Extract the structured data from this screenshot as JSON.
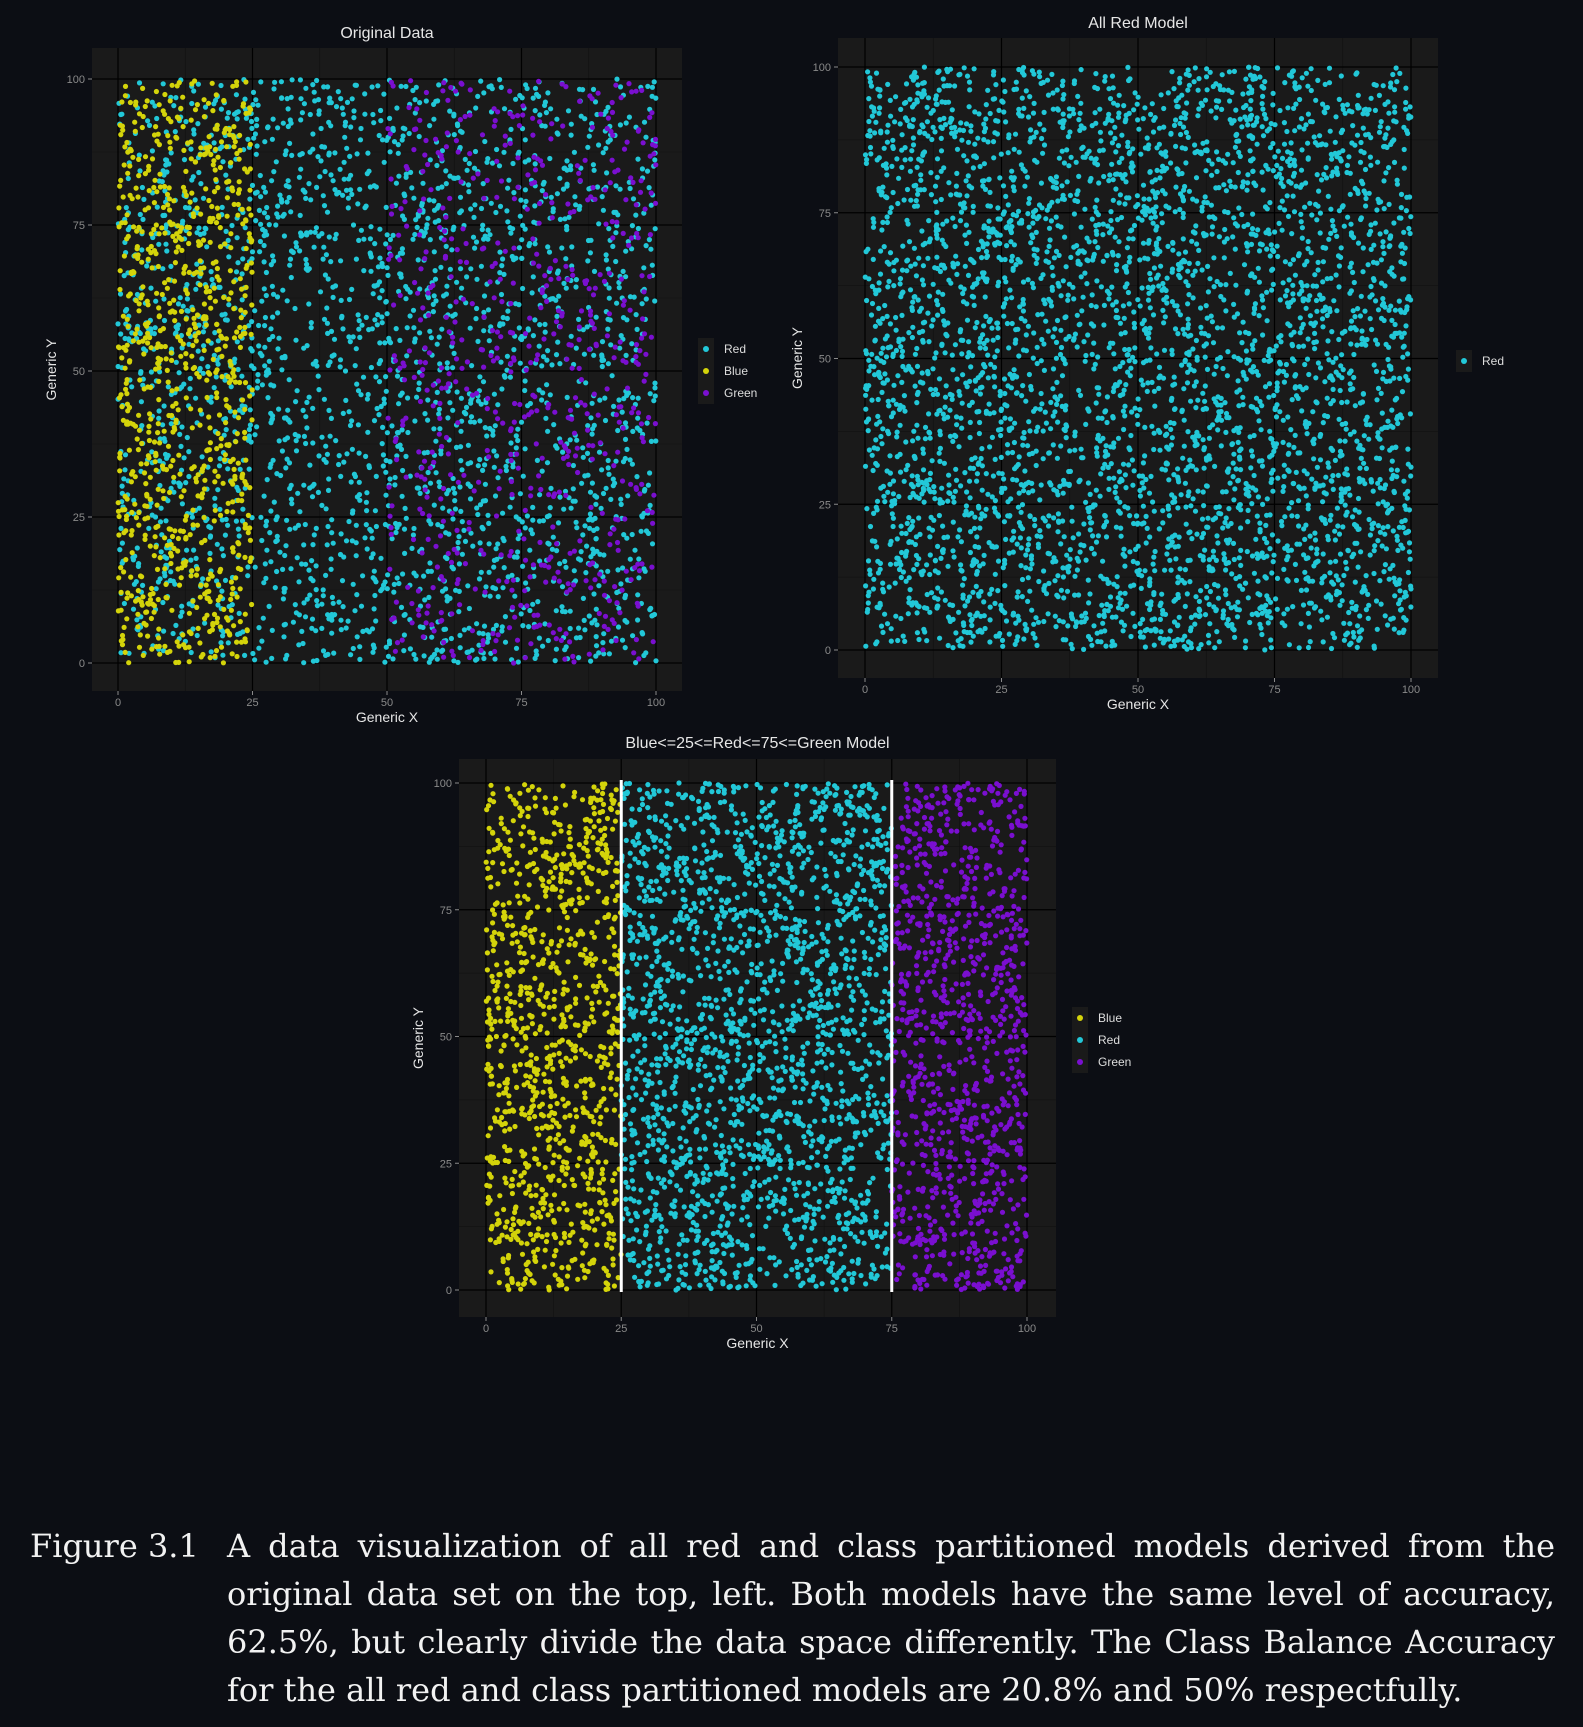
{
  "chart_data": [
    {
      "type": "scatter",
      "title": "Original Data",
      "xlabel": "Generic X",
      "ylabel": "Generic Y",
      "xlim": [
        0,
        100
      ],
      "ylim": [
        0,
        100
      ],
      "xticks": [
        "0",
        "25",
        "50",
        "75",
        "100"
      ],
      "yticks": [
        "0",
        "25",
        "50",
        "75",
        "100"
      ],
      "grid": true,
      "legend_position": "right",
      "series": [
        {
          "name": "Red",
          "color": "#22c8d8",
          "approx_points": 2500,
          "x_range": [
            0,
            100
          ],
          "y_range": [
            0,
            100
          ]
        },
        {
          "name": "Blue",
          "color": "#d4d40a",
          "approx_points": 850,
          "x_range": [
            0,
            25
          ],
          "y_range": [
            0,
            100
          ]
        },
        {
          "name": "Green",
          "color": "#7a0fd0",
          "approx_points": 650,
          "x_range": [
            50,
            100
          ],
          "y_range": [
            0,
            100
          ]
        }
      ]
    },
    {
      "type": "scatter",
      "title": "All Red Model",
      "xlabel": "Generic X",
      "ylabel": "Generic Y",
      "xlim": [
        0,
        100
      ],
      "ylim": [
        0,
        100
      ],
      "xticks": [
        "0",
        "25",
        "50",
        "75",
        "100"
      ],
      "yticks": [
        "0",
        "25",
        "50",
        "75",
        "100"
      ],
      "grid": true,
      "legend_position": "right",
      "series": [
        {
          "name": "Red",
          "color": "#22c8d8",
          "approx_points": 4000,
          "x_range": [
            0,
            100
          ],
          "y_range": [
            0,
            100
          ]
        }
      ]
    },
    {
      "type": "scatter",
      "title": "Blue<=25<=Red<=75<=Green Model",
      "xlabel": "Generic X",
      "ylabel": "Generic Y",
      "xlim": [
        0,
        100
      ],
      "ylim": [
        0,
        100
      ],
      "xticks": [
        "0",
        "25",
        "50",
        "75",
        "100"
      ],
      "yticks": [
        "0",
        "25",
        "50",
        "75",
        "100"
      ],
      "grid": true,
      "legend_position": "right",
      "vlines": [
        25,
        75
      ],
      "series": [
        {
          "name": "Blue",
          "color": "#d4d40a",
          "approx_points": 1000,
          "x_range": [
            0,
            25
          ],
          "y_range": [
            0,
            100
          ]
        },
        {
          "name": "Red",
          "color": "#22c8d8",
          "approx_points": 2000,
          "x_range": [
            25,
            75
          ],
          "y_range": [
            0,
            100
          ]
        },
        {
          "name": "Green",
          "color": "#7a0fd0",
          "approx_points": 1000,
          "x_range": [
            75,
            100
          ],
          "y_range": [
            0,
            100
          ]
        }
      ]
    }
  ],
  "caption": {
    "label": "Figure 3.1",
    "text": "A data visualization of all red and class partitioned models derived from the original data set on the top, left. Both models have the same level of accuracy, 62.5%, but clearly divide the data space differently. The Class Balance Accuracy for the all red and class partitioned models are 20.8% and 50% respectfully."
  },
  "colors": {
    "background": "#0c0e14",
    "panel": "#1a1a1a",
    "grid": "#000000",
    "axis_text": "#8a8a8a",
    "title_text": "#e6e6e6",
    "boundary_line": "#ffffff"
  }
}
